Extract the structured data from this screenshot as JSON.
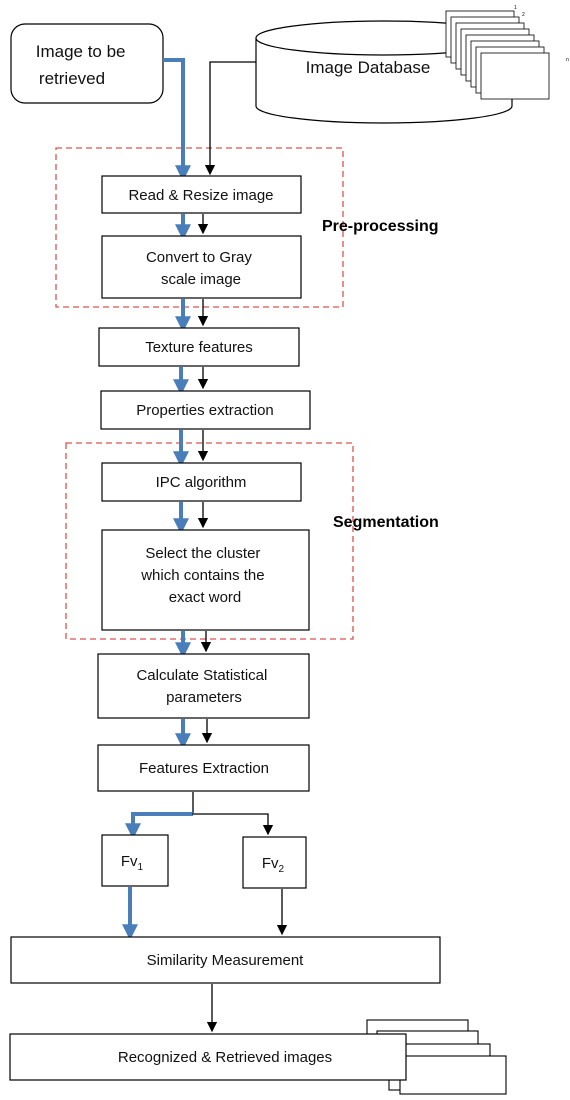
{
  "nodes": {
    "image_to_retrieve": [
      "Image to be",
      "retrieved"
    ],
    "image_database": "Image Database",
    "read_resize": "Read & Resize image",
    "gray_scale": [
      "Convert to Gray",
      "scale image"
    ],
    "texture": "Texture features",
    "properties": "Properties extraction",
    "ipc": "IPC algorithm",
    "select_cluster": [
      "Select the cluster",
      "which contains the",
      "exact word"
    ],
    "statistical": [
      "Calculate Statistical",
      "parameters"
    ],
    "features_extraction": "Features Extraction",
    "fv1": {
      "base": "Fv",
      "sub": "1"
    },
    "fv2": {
      "base": "Fv",
      "sub": "2"
    },
    "similarity": "Similarity Measurement",
    "recognized": "Recognized & Retrieved images"
  },
  "regions": {
    "preprocessing": "Pre-processing",
    "segmentation": "Segmentation"
  },
  "database_stack_numbers": [
    "1",
    "2",
    "n"
  ],
  "colors": {
    "query_path": "#4a7ebb",
    "database_path": "#000000",
    "region_border": "#d9534f"
  }
}
